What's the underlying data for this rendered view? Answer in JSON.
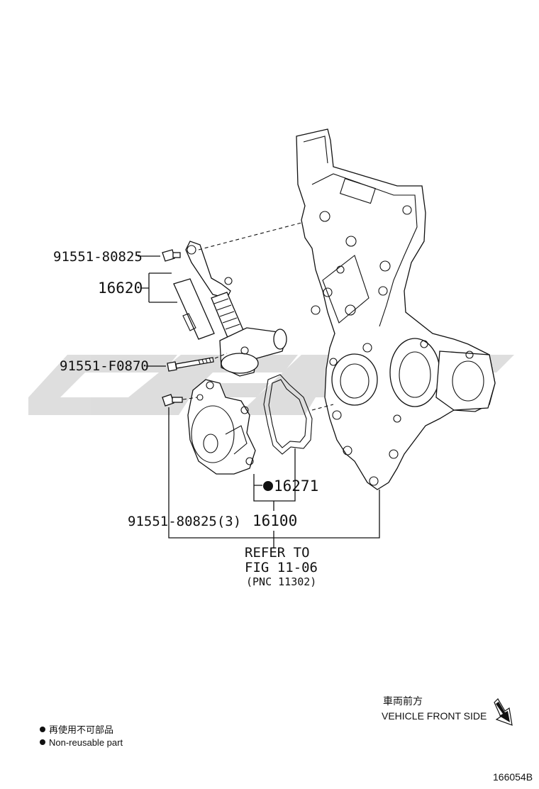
{
  "callouts": {
    "bolt_top": "91551-80825",
    "tensioner": "16620",
    "bolt_long": "91551-F0870",
    "gasket": "16271",
    "bolt_pump": "91551-80825(3)",
    "water_pump": "16100"
  },
  "refer": {
    "line1": "REFER TO",
    "line2": "FIG 11-06",
    "line3": "(PNC 11302)"
  },
  "direction": {
    "jp": "車両前方",
    "en": "VEHICLE FRONT SIDE"
  },
  "legend": {
    "jp": "再使用不可部品",
    "en": "Non-reusable part"
  },
  "figure_id": "166054B",
  "colors": {
    "line": "#111111",
    "watermark": "#d9d9d9"
  }
}
